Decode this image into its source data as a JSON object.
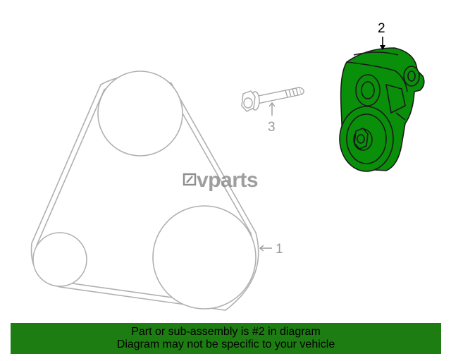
{
  "diagram": {
    "callouts": {
      "belt": "1",
      "tensioner": "2",
      "bolt": "3"
    },
    "watermark": "vparts",
    "colors": {
      "highlight_part": "#0a8f0a",
      "outline": "#b0b0b0",
      "banner_background": "#1e7d12"
    }
  },
  "banner": {
    "line1": "Part or sub-assembly is #2 in diagram",
    "line2": "Diagram may not be specific to your vehicle"
  }
}
